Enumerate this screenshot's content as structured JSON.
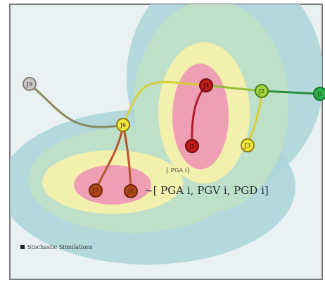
{
  "colors": {
    "outer_frame": "#7a7a7a",
    "background": "#e9f1f2",
    "zone_blue": "#a9d5d9",
    "zone_green": "#bfe0c8",
    "zone_yellow": "#f3efad",
    "zone_pink": "#ef9fb4",
    "zone_red_core": "#e98aa4",
    "grid_line": "#777777"
  },
  "nodes": {
    "n9": {
      "label": "J9",
      "fill": "#c8c8c8",
      "stroke": "#8c7b7b"
    },
    "n6": {
      "label": "J6",
      "fill": "#f6e63a",
      "stroke": "#8e7c16"
    },
    "n4": {
      "label": "J4",
      "fill": "#c21a1a",
      "stroke": "#6f1010"
    },
    "n5": {
      "label": "J5",
      "fill": "#c21a1a",
      "stroke": "#6f1010"
    },
    "n2": {
      "label": "J2",
      "fill": "#9ed63a",
      "stroke": "#4f7d1b"
    },
    "n1": {
      "label": "J1",
      "fill": "#2cb24a",
      "stroke": "#14702c"
    },
    "n3": {
      "label": "J3",
      "fill": "#f6e63a",
      "stroke": "#8e7c16"
    },
    "n7": {
      "label": "J7",
      "fill": "#b54418",
      "stroke": "#6a2809"
    },
    "n8": {
      "label": "J8",
      "fill": "#b54418",
      "stroke": "#6a2809"
    }
  },
  "annotations": {
    "pga_tag": "{ PGA i}",
    "distribution": "~[ PGA i, PGV i, PGD i]",
    "legend": "Stochastic Simulations"
  }
}
